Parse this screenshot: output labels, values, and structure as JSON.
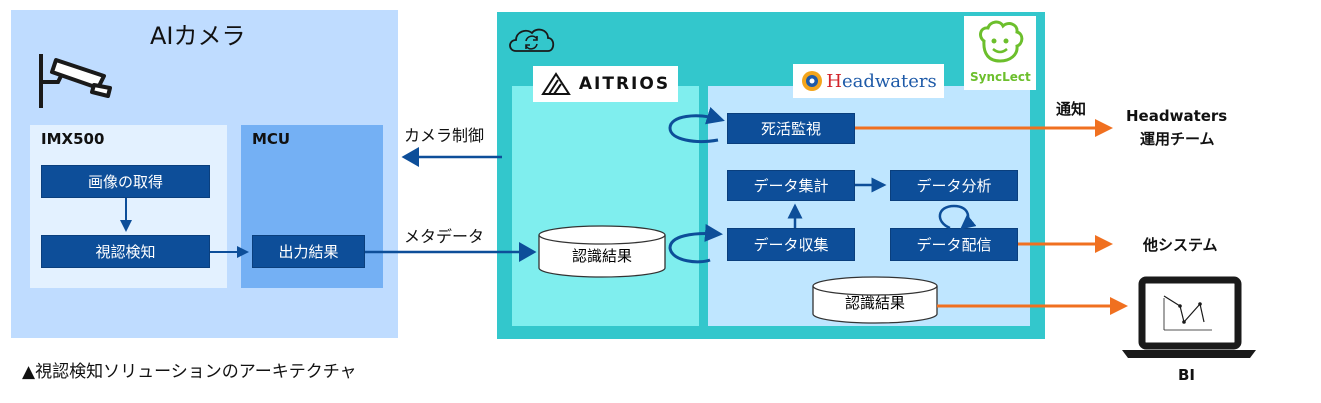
{
  "camera": {
    "title": "AIカメラ"
  },
  "imx500": {
    "title": "IMX500",
    "acquire": "画像の取得",
    "detect": "視認検知"
  },
  "mcu": {
    "title": "MCU",
    "output": "出力結果"
  },
  "links": {
    "camera_control": "カメラ制御",
    "metadata": "メタデータ"
  },
  "aitrios": {
    "logo": "AITRIOS",
    "db": "認識結果"
  },
  "headwaters": {
    "logo_initial": "H",
    "logo": "eadwaters",
    "monitor": "死活監視",
    "aggregate": "データ集計",
    "analyze": "データ分析",
    "collect": "データ収集",
    "deliver": "データ配信",
    "db": "認識結果"
  },
  "synclect": {
    "logo": "SyncLect"
  },
  "outputs": {
    "notify": "通知",
    "team_line1": "Headwaters",
    "team_line2": "運用チーム",
    "other_system": "他システム",
    "bi": "BI"
  },
  "caption": "▲視認検知ソリューションのアーキテクチャ",
  "colors": {
    "camera_bg": "#bfdcff",
    "imx_bg": "#e3f1ff",
    "mcu_bg": "#74b0f4",
    "cloud_bg": "#33c7cc",
    "aitrios_bg": "#7feeee",
    "headwaters_bg": "#bfe6ff",
    "box_blue": "#0d4e99",
    "arrow_orange": "#f07020",
    "arrow_blue": "#0d4e99"
  }
}
